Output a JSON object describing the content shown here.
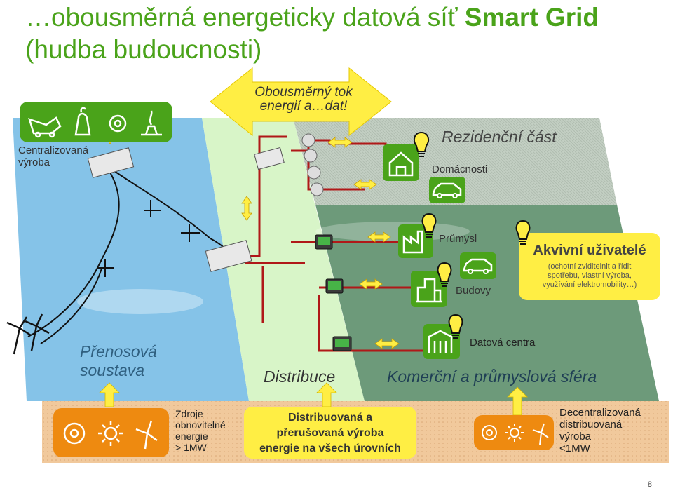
{
  "title": {
    "part1": "…obousměrná energeticky datová síť ",
    "part2": "Smart Grid",
    "part3": " (hudba budoucnosti)"
  },
  "arrow_banner": {
    "line1": "Obousměrný tok",
    "line2": "energií a…dat!"
  },
  "central_generation": {
    "label_line1": "Centralizovaná",
    "label_line2": "výroba"
  },
  "residential": {
    "heading": "Rezidenční část",
    "households": "Domácnosti"
  },
  "industry": {
    "label": "Průmysl"
  },
  "buildings": {
    "label": "Budovy"
  },
  "active_users": {
    "heading": "Akvivní uživatelé",
    "desc_line1": "(ochotní  zviditelnit  a řídit",
    "desc_line2": "spotřebu, vlastní výroba,",
    "desc_line3": "využívání elektromobility…)"
  },
  "data_centers": {
    "label": "Datová centra"
  },
  "zones": {
    "transmission_line1": "Přenosová",
    "transmission_line2": "soustava",
    "distribution": "Distribuce",
    "commercial": "Komerční a průmyslová sféra"
  },
  "bottom": {
    "renewables_line1": "Zdroje",
    "renewables_line2": "obnovitelné",
    "renewables_line3": "energie",
    "renewables_line4": "> 1MW",
    "distributed_line1": "Distribuovaná a",
    "distributed_line2": "přerušovaná výroba",
    "distributed_line3": "energie na všech úrovních",
    "decentral_line1": "Decentralizovaná",
    "decentral_line2": "distribuovaná",
    "decentral_line3": "výroba",
    "decentral_line4": "<1MW"
  },
  "page_number": "8",
  "colors": {
    "title_green": "#4aa31a",
    "icon_green": "#4aa31a",
    "orange": "#ee8a10",
    "yellow": "#ffee44",
    "transmission_blue": "#85c3e8",
    "distribution_lightgreen": "#d8f5c8",
    "residential_grey": "#c9d4c9",
    "commercial_green": "#6d9a7a",
    "ground_brown": "#f0c89a",
    "wire_red": "#b01818"
  }
}
